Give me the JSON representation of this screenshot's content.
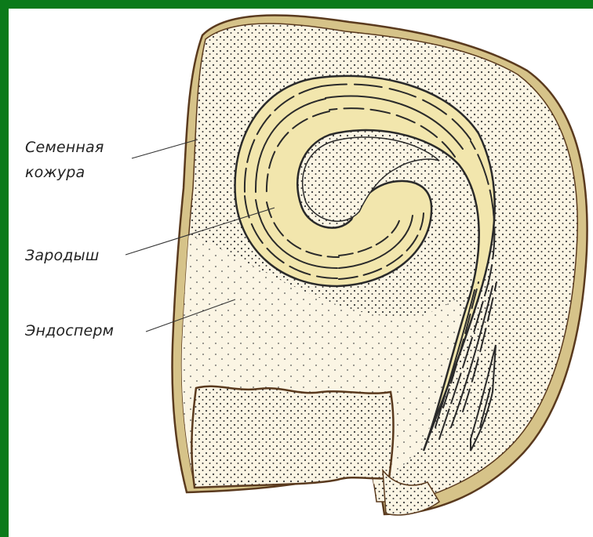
{
  "labels": {
    "seed_coat_line1": "Семенная",
    "seed_coat_line2": "кожура",
    "embryo": "Зародыш",
    "endosperm": "Эндосперм"
  },
  "colors": {
    "frame": "#0b7a1a",
    "coat": "#d6c389",
    "coat_outline": "#5a3a1e",
    "endosperm": "#fbf5e4",
    "embryo": "#f2e6ad",
    "embryo_lines": "#2a2a2a",
    "dots": "#3a3a3a"
  }
}
